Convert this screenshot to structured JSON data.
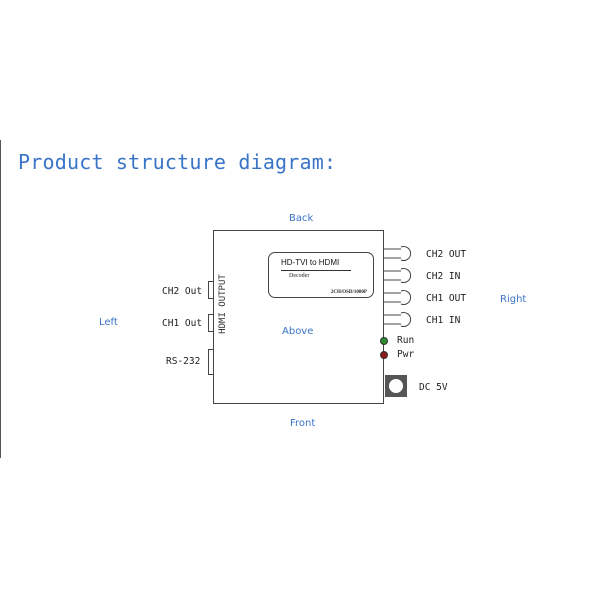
{
  "title": "Product structure diagram:",
  "directions": {
    "back": "Back",
    "front": "Front",
    "left": "Left",
    "right": "Right",
    "above": "Above"
  },
  "device": {
    "face_title": "HD-TVI to HDMI",
    "face_sub": "Decoder",
    "face_spec": "2CH/OSD/1080P",
    "hdmi_label": "HDMI OUTPUT"
  },
  "left_ports": {
    "ch2_out": "CH2 Out",
    "ch1_out": "CH1 Out",
    "rs232": "RS-232"
  },
  "right_ports": {
    "ch2_out": "CH2 OUT",
    "ch2_in": "CH2 IN",
    "ch1_out": "CH1 OUT",
    "ch1_in": "CH1 IN"
  },
  "indicators": {
    "run": "Run",
    "pwr": "Pwr",
    "run_color": "#2e8b2e",
    "pwr_color": "#8b1a1a"
  },
  "power": {
    "label": "DC 5V"
  },
  "colors": {
    "title": "#3a74c8",
    "direction": "#3a74c8"
  }
}
